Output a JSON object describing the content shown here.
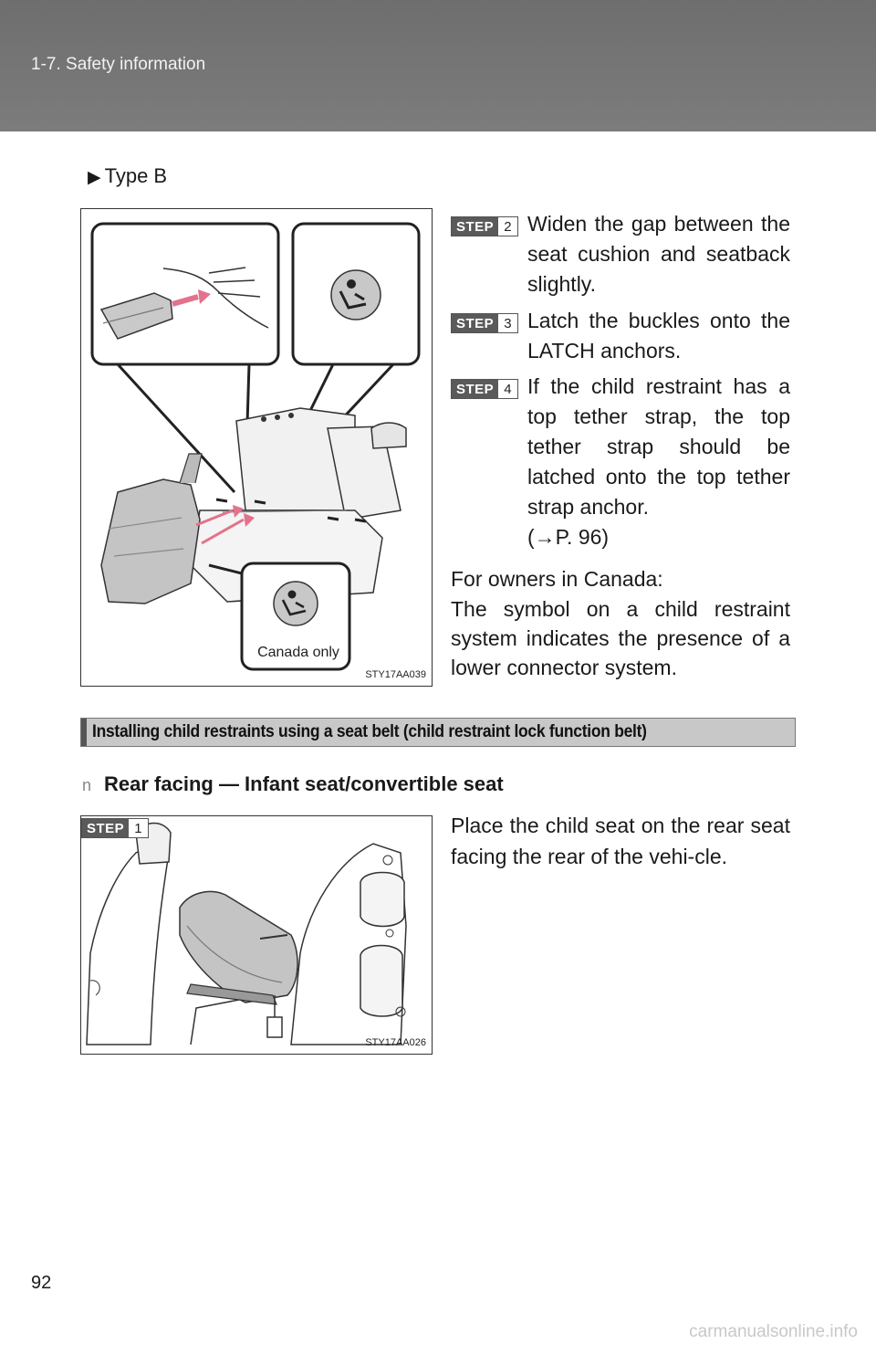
{
  "header": {
    "section": "1-7. Safety information"
  },
  "type_label": "Type B",
  "figure1": {
    "code": "STY17AA039",
    "callout_label": "Canada only"
  },
  "steps_top": [
    {
      "word": "STEP",
      "num": "2",
      "text": "Widen the gap between the seat cushion and seatback slightly."
    },
    {
      "word": "STEP",
      "num": "3",
      "text": "Latch the buckles onto the LATCH anchors."
    },
    {
      "word": "STEP",
      "num": "4",
      "text": "If the child restraint has a top tether strap, the top tether strap should be latched onto the top tether strap anchor."
    }
  ],
  "step4_ref": "(→P. 96)",
  "canada_title": "For owners in Canada:",
  "canada_text": "The symbol on a child restraint system indicates the presence of a lower connector system.",
  "section_title": "Installing child restraints using a seat belt (child restraint lock function belt)",
  "sub_heading": {
    "bullet": "n",
    "text": "Rear facing — Infant seat/convertible seat"
  },
  "figure2": {
    "code": "STY17AA026",
    "step_word": "STEP",
    "step_num": "1"
  },
  "step1_text": "Place the child seat on the rear seat facing the rear of the vehi-cle.",
  "page_number": "92",
  "watermark": "carmanualsonline.info"
}
